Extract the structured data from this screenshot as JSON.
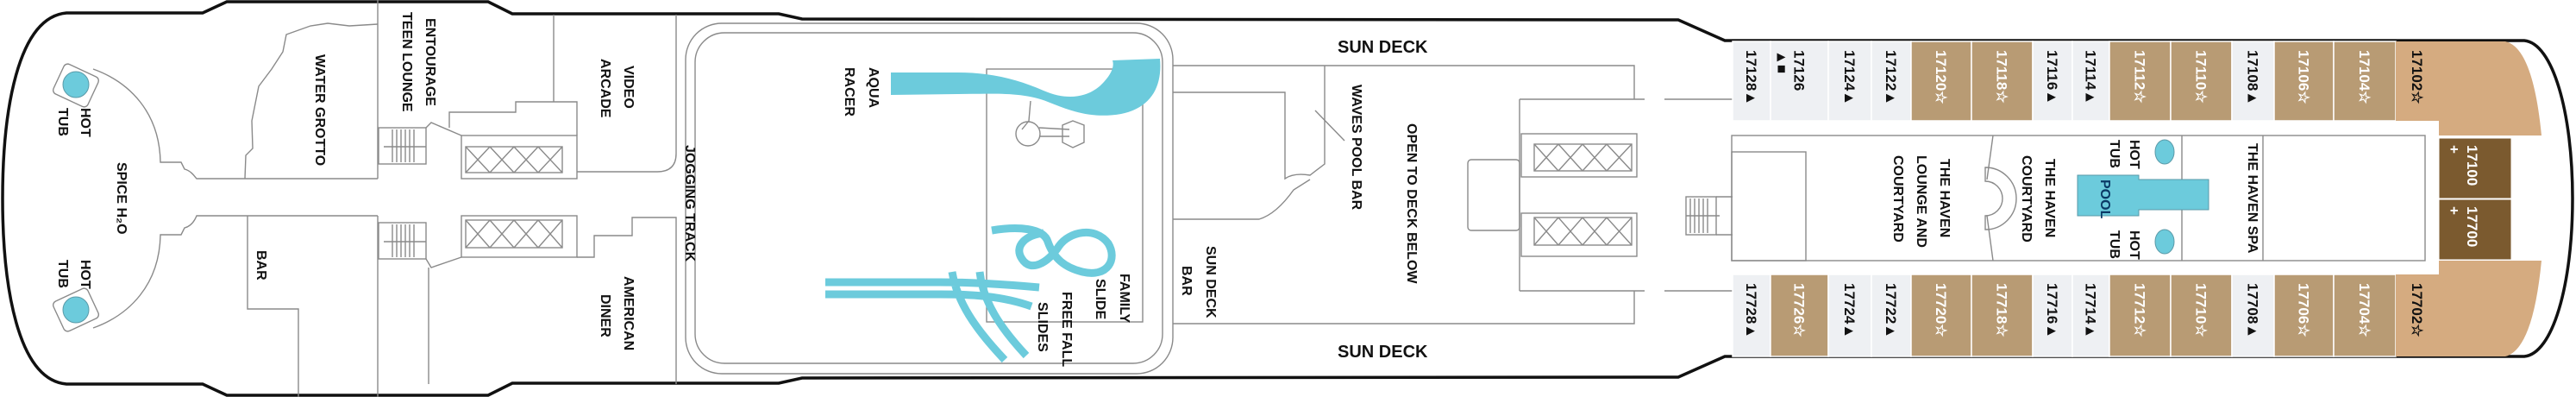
{
  "colors": {
    "suite_tan": "#b89b74",
    "haven_light_tan": "#d5ab80",
    "haven_dark_brown": "#7b5a2f",
    "stateroom_light": "#eef0f3",
    "water": "#6ccbdc",
    "hull": "#111111"
  },
  "venues": {
    "hot_tub_top": [
      "HOT",
      "TUB"
    ],
    "hot_tub_bottom": [
      "HOT",
      "TUB"
    ],
    "spice_h2o": "SPICE H₂O",
    "water_grotto": "WATER GROTTO",
    "entourage": [
      "ENTOURAGE",
      "TEEN LOUNGE"
    ],
    "video_arcade": [
      "VIDEO",
      "ARCADE"
    ],
    "bar": "BAR",
    "american_diner": [
      "AMERICAN",
      "DINER"
    ],
    "jogging_track": "JOGGING TRACK",
    "aqua_racer": [
      "AQUA",
      "RACER"
    ],
    "family_slide": [
      "FAMILY",
      "SLIDE"
    ],
    "free_fall_slides": [
      "FREE FALL",
      "SLIDES"
    ],
    "sun_deck_bar": [
      "SUN DECK",
      "BAR"
    ],
    "sun_deck_top": "SUN DECK",
    "sun_deck_bottom": "SUN DECK",
    "waves_pool_bar": "WAVES POOL BAR",
    "open_to_deck_below": "OPEN TO DECK BELOW",
    "haven_lounge": [
      "THE HAVEN",
      "LOUNGE AND",
      "COURTYARD"
    ],
    "haven_courtyard": [
      "THE HAVEN",
      "COURTYARD"
    ],
    "haven_hot_tub_top": [
      "HOT",
      "TUB"
    ],
    "haven_pool": "POOL",
    "haven_hot_tub_bottom": [
      "HOT",
      "TUB"
    ],
    "haven_spa": "THE HAVEN SPA"
  },
  "cabins": {
    "top_row": [
      {
        "number": "17128",
        "symbol": "▲",
        "fill": "light"
      },
      {
        "number": "17126",
        "symbol": "▲■",
        "fill": "light"
      },
      {
        "number": "17124",
        "symbol": "▲",
        "fill": "light"
      },
      {
        "number": "17122",
        "symbol": "▲",
        "fill": "light"
      },
      {
        "number": "17120",
        "symbol": "☆",
        "fill": "tan"
      },
      {
        "number": "17118",
        "symbol": "☆",
        "fill": "tan"
      },
      {
        "number": "17116",
        "symbol": "▲",
        "fill": "light"
      },
      {
        "number": "17114",
        "symbol": "▲",
        "fill": "light"
      },
      {
        "number": "17112",
        "symbol": "☆",
        "fill": "tan"
      },
      {
        "number": "17110",
        "symbol": "☆",
        "fill": "tan"
      },
      {
        "number": "17108",
        "symbol": "▲",
        "fill": "light"
      },
      {
        "number": "17106",
        "symbol": "☆",
        "fill": "tan"
      },
      {
        "number": "17104",
        "symbol": "☆",
        "fill": "tan"
      },
      {
        "number": "17102",
        "symbol": "☆",
        "fill": "haven"
      }
    ],
    "bottom_row": [
      {
        "number": "17728",
        "symbol": "▲",
        "fill": "light"
      },
      {
        "number": "17726",
        "symbol": "☆",
        "fill": "tan"
      },
      {
        "number": "17724",
        "symbol": "▲",
        "fill": "light"
      },
      {
        "number": "17722",
        "symbol": "▲",
        "fill": "light"
      },
      {
        "number": "17720",
        "symbol": "☆",
        "fill": "tan"
      },
      {
        "number": "17718",
        "symbol": "☆",
        "fill": "tan"
      },
      {
        "number": "17716",
        "symbol": "▲",
        "fill": "light"
      },
      {
        "number": "17714",
        "symbol": "▲",
        "fill": "light"
      },
      {
        "number": "17712",
        "symbol": "☆",
        "fill": "tan"
      },
      {
        "number": "17710",
        "symbol": "☆",
        "fill": "tan"
      },
      {
        "number": "17708",
        "symbol": "▲",
        "fill": "light"
      },
      {
        "number": "17706",
        "symbol": "☆",
        "fill": "tan"
      },
      {
        "number": "17704",
        "symbol": "☆",
        "fill": "tan"
      },
      {
        "number": "17702",
        "symbol": "☆",
        "fill": "haven"
      }
    ],
    "bow_suites": [
      {
        "number": "17100",
        "symbol": "+",
        "fill": "dark"
      },
      {
        "number": "17700",
        "symbol": "+",
        "fill": "dark"
      }
    ]
  }
}
